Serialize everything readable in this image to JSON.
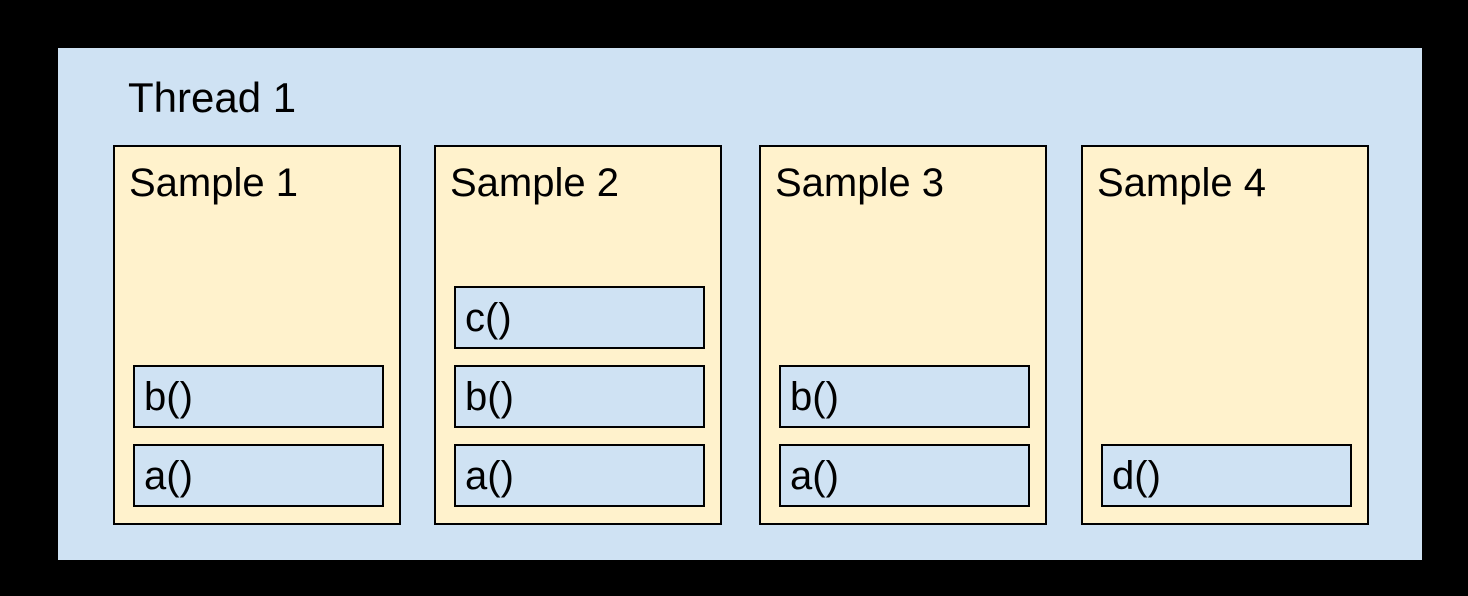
{
  "colors": {
    "page_background": "#000000",
    "thread_fill": "#cfe2f3",
    "sample_fill": "#fff2cc",
    "frame_fill": "#cfe2f3",
    "border": "#000000",
    "text": "#000000"
  },
  "diagram": {
    "thread": {
      "label": "Thread 1",
      "samples": [
        {
          "label": "Sample 1",
          "frames": [
            "b()",
            "a()"
          ]
        },
        {
          "label": "Sample 2",
          "frames": [
            "c()",
            "b()",
            "a()"
          ]
        },
        {
          "label": "Sample 3",
          "frames": [
            "b()",
            "a()"
          ]
        },
        {
          "label": "Sample 4",
          "frames": [
            "d()"
          ]
        }
      ]
    }
  }
}
